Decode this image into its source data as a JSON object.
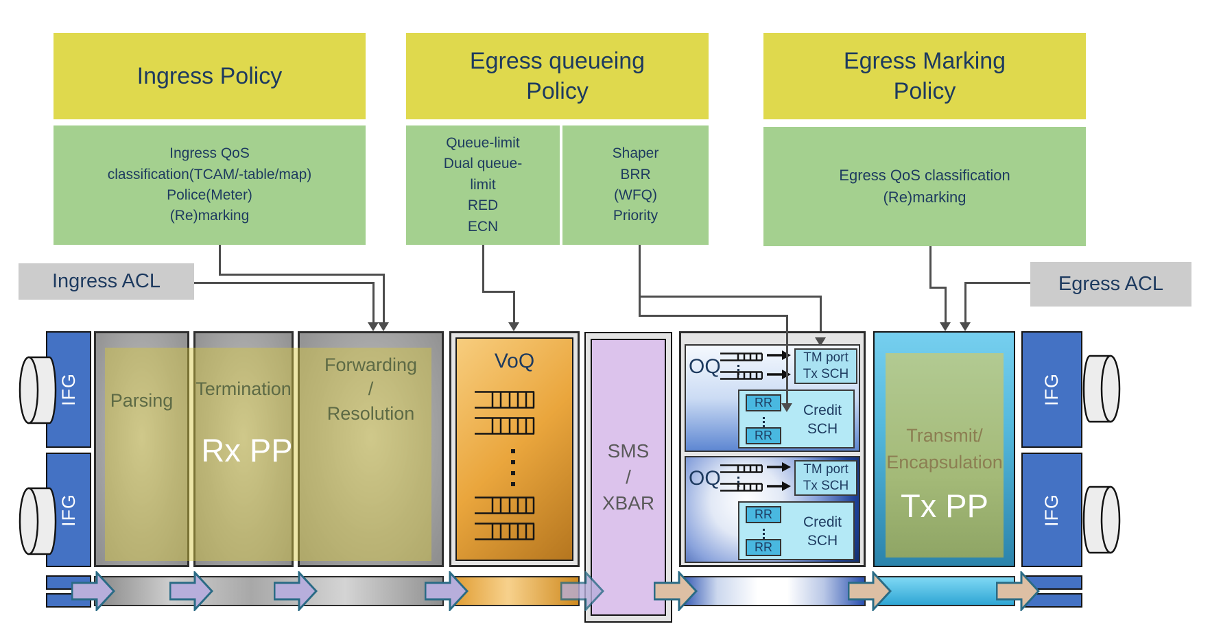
{
  "colors": {
    "yellow": "#dfd94d",
    "green": "#a4d08f",
    "acl_gray": "#cccccc",
    "navy": "#1d3a5f",
    "connector": "#4d4d4d",
    "ifg_blue": "#4472c4",
    "sms_purple": "#dcc3ec",
    "cyan_box": "#a9e2f2",
    "rr_blue": "#49b8e0",
    "arrow_purple": "#b7aedb",
    "arrow_tan": "#ddbfa4",
    "arrow_border": "#2a6b85",
    "stage_text": "#5d6a45",
    "transmit_text": "#8c7e52"
  },
  "policies": {
    "ingress": {
      "title": "Ingress Policy",
      "detail": "Ingress QoS\nclassification(TCAM/-table/map)\nPolice(Meter)\n(Re)marking"
    },
    "egress_queueing": {
      "title": "Egress queueing\nPolicy",
      "queue_detail": "Queue-limit\nDual queue-\nlimit\nRED\nECN",
      "scheduler_detail": "Shaper\nBRR\n(WFQ)\nPriority"
    },
    "egress_marking": {
      "title": "Egress Marking\nPolicy",
      "detail": "Egress QoS classification\n(Re)marking"
    }
  },
  "acl": {
    "ingress": "Ingress ACL",
    "egress": "Egress ACL"
  },
  "pipeline": {
    "ifg": "IFG",
    "rx_pp": {
      "stages": [
        "Parsing",
        "Termination",
        "Forwarding\n/\nResolution"
      ],
      "label": "Rx PP"
    },
    "voq": {
      "label": "VoQ"
    },
    "sms": {
      "label": "SMS\n/\nXBAR"
    },
    "oq": {
      "label": "OQ",
      "tm_port": "TM port\nTx SCH",
      "rr": "RR",
      "credit": "Credit\nSCH"
    },
    "tx_pp": {
      "overlay": "Transmit/\nEncapsulation",
      "label": "Tx PP"
    }
  }
}
